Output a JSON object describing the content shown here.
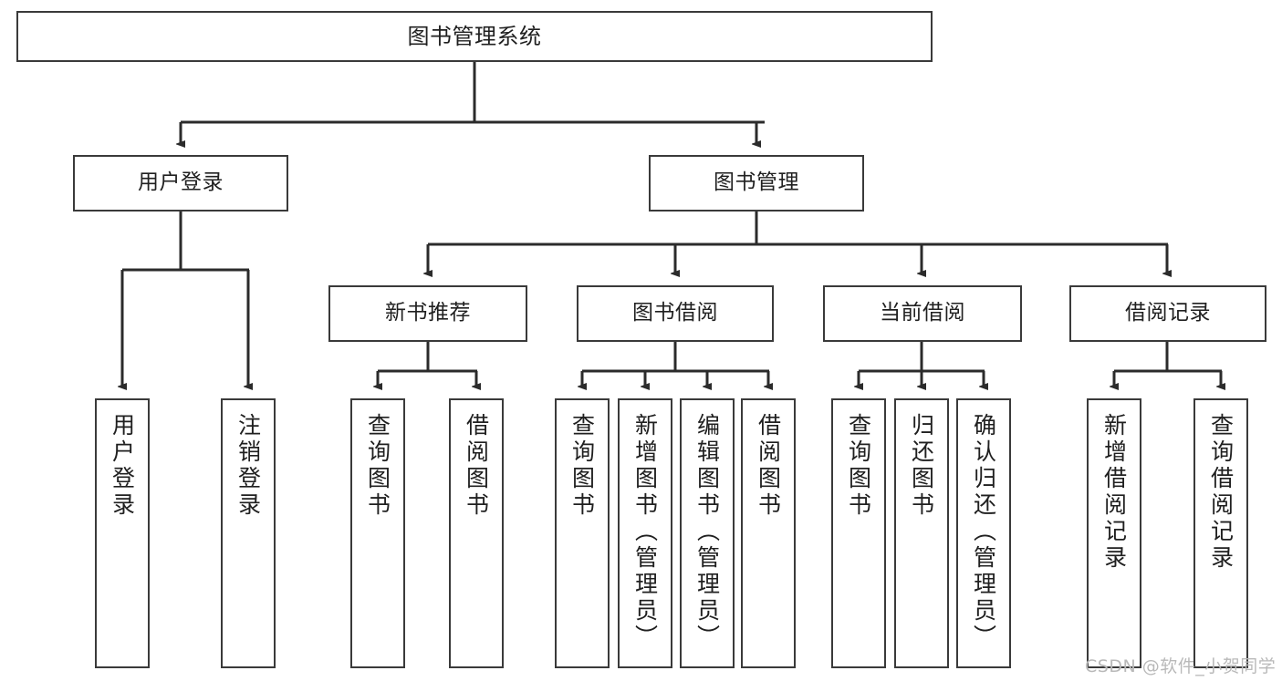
{
  "diagram": {
    "title": "图书管理系统",
    "type": "tree-hierarchy",
    "watermark": "CSDN @软件_小贺同学",
    "colors": {
      "background": "#ffffff",
      "box_border": "#3a3a3a",
      "box_fill": "#ffffff",
      "connector": "#2b2b2b",
      "text": "#202020",
      "watermark": "#b9b9b9"
    },
    "levels": {
      "root": {
        "label": "图书管理系统"
      },
      "level2": [
        {
          "label": "用户登录"
        },
        {
          "label": "图书管理"
        }
      ],
      "level3": [
        {
          "label": "新书推荐"
        },
        {
          "label": "图书借阅"
        },
        {
          "label": "当前借阅"
        },
        {
          "label": "借阅记录"
        }
      ],
      "leaves": {
        "user_login": [
          {
            "label": "用户登录"
          },
          {
            "label": "注销登录"
          }
        ],
        "new_book_recommend": [
          {
            "label": "查询图书"
          },
          {
            "label": "借阅图书"
          }
        ],
        "book_borrow": [
          {
            "label": "查询图书"
          },
          {
            "label": "新增图书（管理员）"
          },
          {
            "label": "编辑图书（管理员）"
          },
          {
            "label": "借阅图书"
          }
        ],
        "current_borrow": [
          {
            "label": "查询图书"
          },
          {
            "label": "归还图书"
          },
          {
            "label": "确认归还（管理员）"
          }
        ],
        "borrow_record": [
          {
            "label": "新增借阅记录"
          },
          {
            "label": "查询借阅记录"
          }
        ]
      }
    }
  }
}
